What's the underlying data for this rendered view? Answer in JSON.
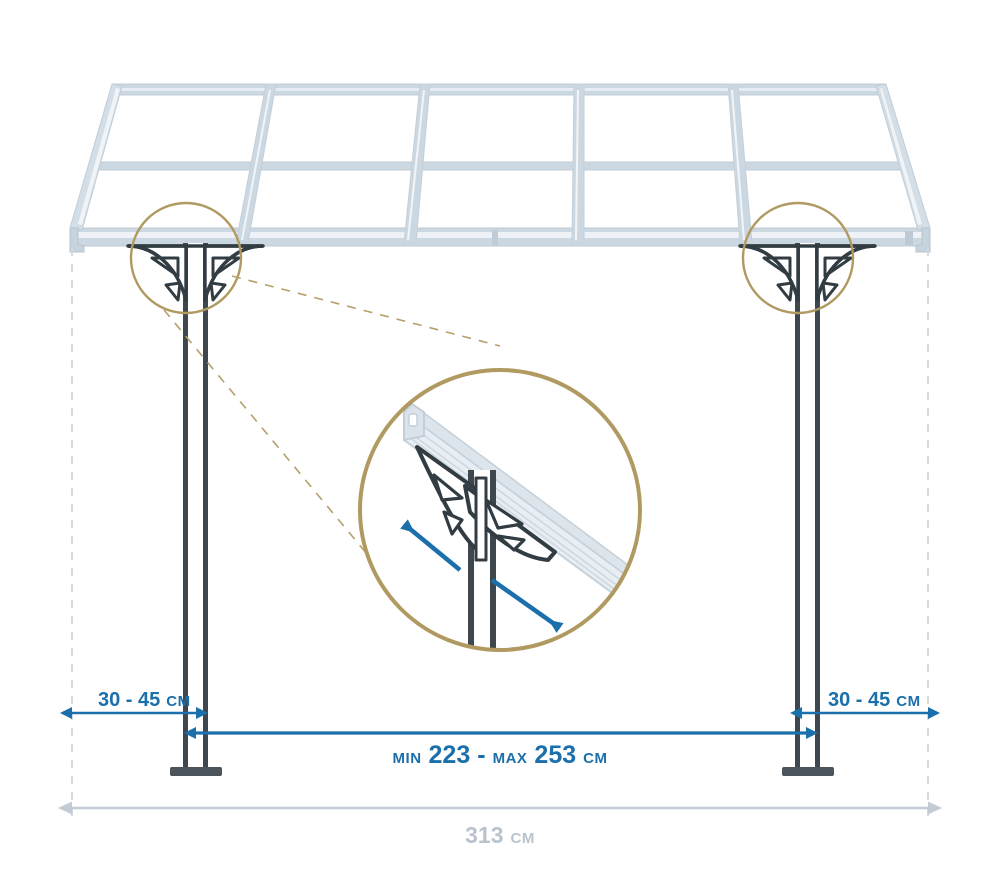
{
  "diagram": {
    "title": "Pergola post positioning dimensions",
    "product": "wall-mounted carport canopy",
    "colors": {
      "roof_frame": "#c5d2dc",
      "roof_frame_light": "#e3eaf0",
      "post_dark": "#3d474d",
      "bracket_dark": "#323c43",
      "dimension_blue": "#1b6faa",
      "dimension_gray": "#c3ccd6",
      "callout_gold": "#b09a62",
      "guide_dash_gray": "#d3d9de",
      "background": "#ffffff"
    },
    "units": "CM"
  },
  "dimensions": {
    "left_offset": {
      "id": "left-edge-to-post",
      "label_range": "30 - 45",
      "unit": "CM",
      "full_text": "30 - 45 CM",
      "color": "#1b6faa"
    },
    "right_offset": {
      "id": "right-edge-to-post",
      "label_range": "30 - 45",
      "unit": "CM",
      "full_text": "30 - 45 CM",
      "color": "#1b6faa"
    },
    "post_span": {
      "id": "post-to-post-span",
      "min_prefix": "MIN",
      "min_value": "223",
      "separator": "-",
      "max_prefix": "MAX",
      "max_value": "253",
      "unit": "CM",
      "full_text": "MIN 223 - MAX 253 CM",
      "color": "#1b6faa"
    },
    "total_width": {
      "id": "total-roof-width",
      "value": "313",
      "unit": "CM",
      "full_text": "313 CM",
      "color": "#b9c3ce"
    }
  },
  "callout": {
    "name": "bracket-detail-magnifier",
    "shape": "circle",
    "ring_color": "#b09a62",
    "source_markers": [
      "left-post-bracket",
      "right-post-bracket"
    ],
    "contents": [
      "roof-beam",
      "decorative-bracket",
      "support-post",
      "arrow-up-left",
      "arrow-down-right"
    ],
    "arrows": [
      {
        "name": "arrow-up-left",
        "direction": "up-left",
        "color": "#1b6faa"
      },
      {
        "name": "arrow-down-right",
        "direction": "down-right",
        "color": "#1b6faa"
      }
    ]
  },
  "structure": {
    "roof": {
      "name": "canopy-roof",
      "panel_columns": 5,
      "panel_rows": 2,
      "color": "#c5d2dc"
    },
    "posts": [
      {
        "name": "left-post",
        "has_bracket": true,
        "has_base_plate": true
      },
      {
        "name": "right-post",
        "has_bracket": true,
        "has_base_plate": true
      }
    ],
    "guides": [
      {
        "name": "left-vertical-guide",
        "style": "dashed"
      },
      {
        "name": "right-vertical-guide",
        "style": "dashed"
      }
    ]
  }
}
